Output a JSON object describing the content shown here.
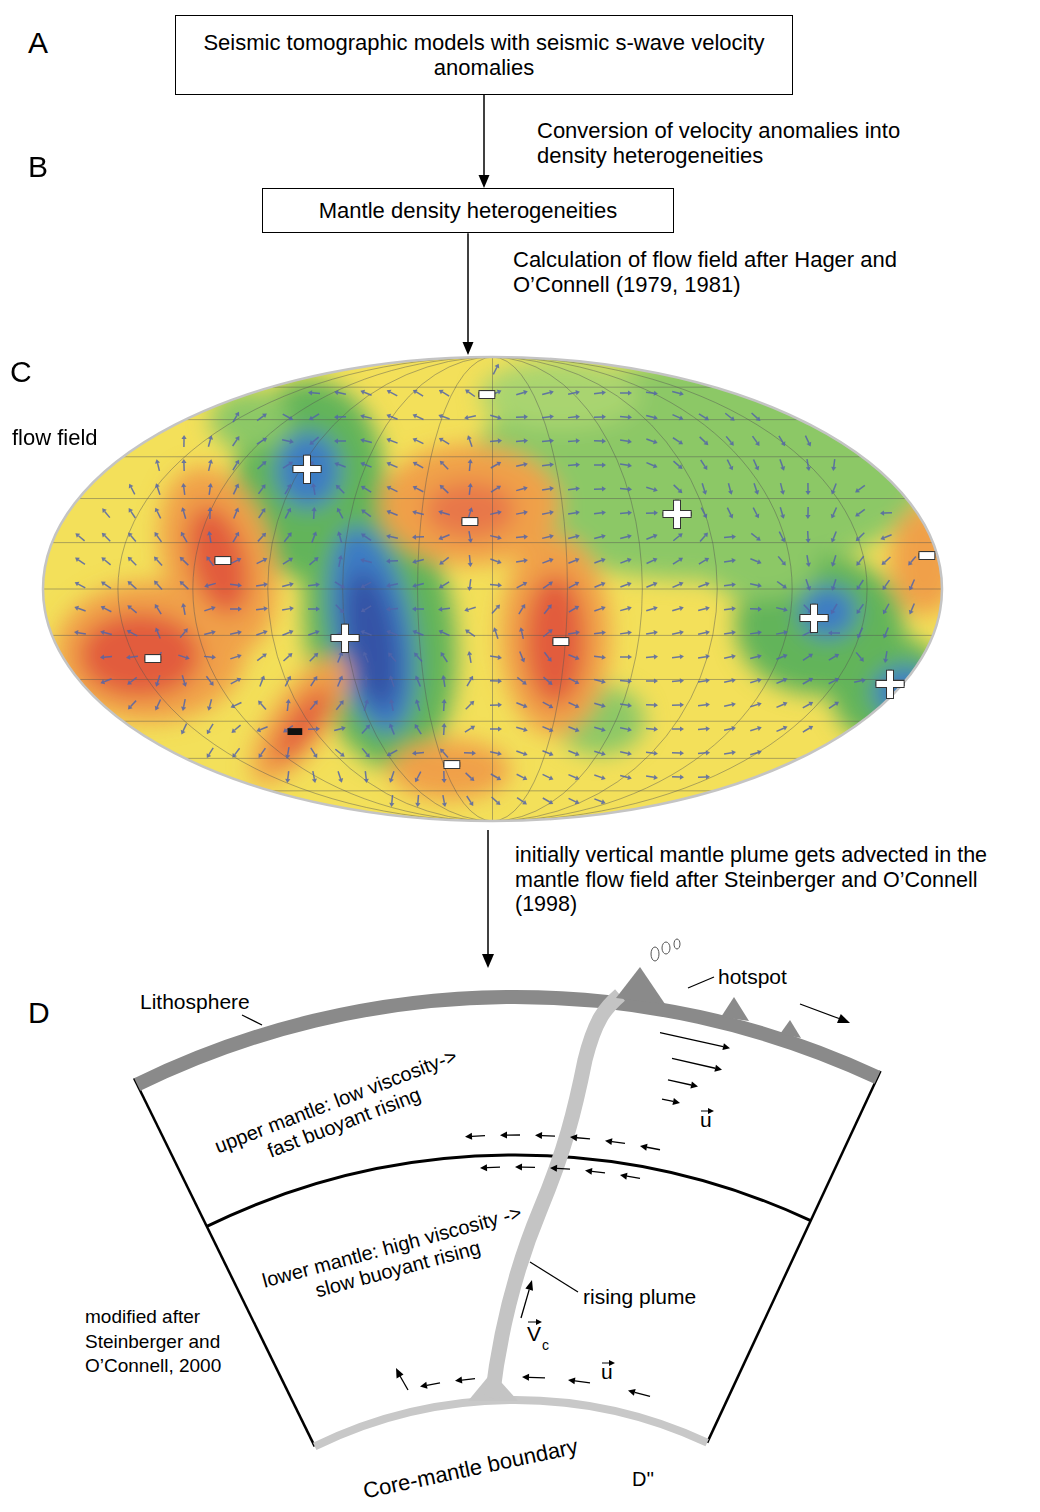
{
  "diagram": {
    "nodes": [
      {
        "text": [
          "Seismic tomographic models with seismic s-wave velocity anomalies"
        ]
      },
      {
        "text": [
          "Mantle density heterogeneities"
        ]
      },
      {
        "text": [
          "flow field",
          "-",
          "+",
          "-",
          "+",
          "-",
          "-",
          "-",
          "+",
          "-",
          "+",
          "+",
          "-",
          "-"
        ]
      }
    ],
    "edges": [
      {
        "from": 0,
        "to": 1,
        "arrow": "to",
        "label": "Conversion of velocity anomalies into density heterogeneities"
      },
      {
        "from": 1,
        "to": 2,
        "arrow": "to",
        "label": "Calculation of flow field after Hager and O’Connell (1979, 1981)"
      }
    ],
    "labels": [
      "A",
      "B",
      "C",
      "D",
      "initially vertical mantle plume gets advected in the mantle flow field after Steinberger and O’Connell (1998)",
      "Lithosphere",
      "hotspot",
      "upper mantle: low viscosity-> fast buoyant rising",
      "lower mantle: high viscosity -> slow buoyant rising",
      "rising plume",
      "V",
      "c",
      "u",
      "u",
      "modified after Steinberger and O’Connell, 2000",
      "Core-mantle boundary",
      "D''"
    ]
  }
}
